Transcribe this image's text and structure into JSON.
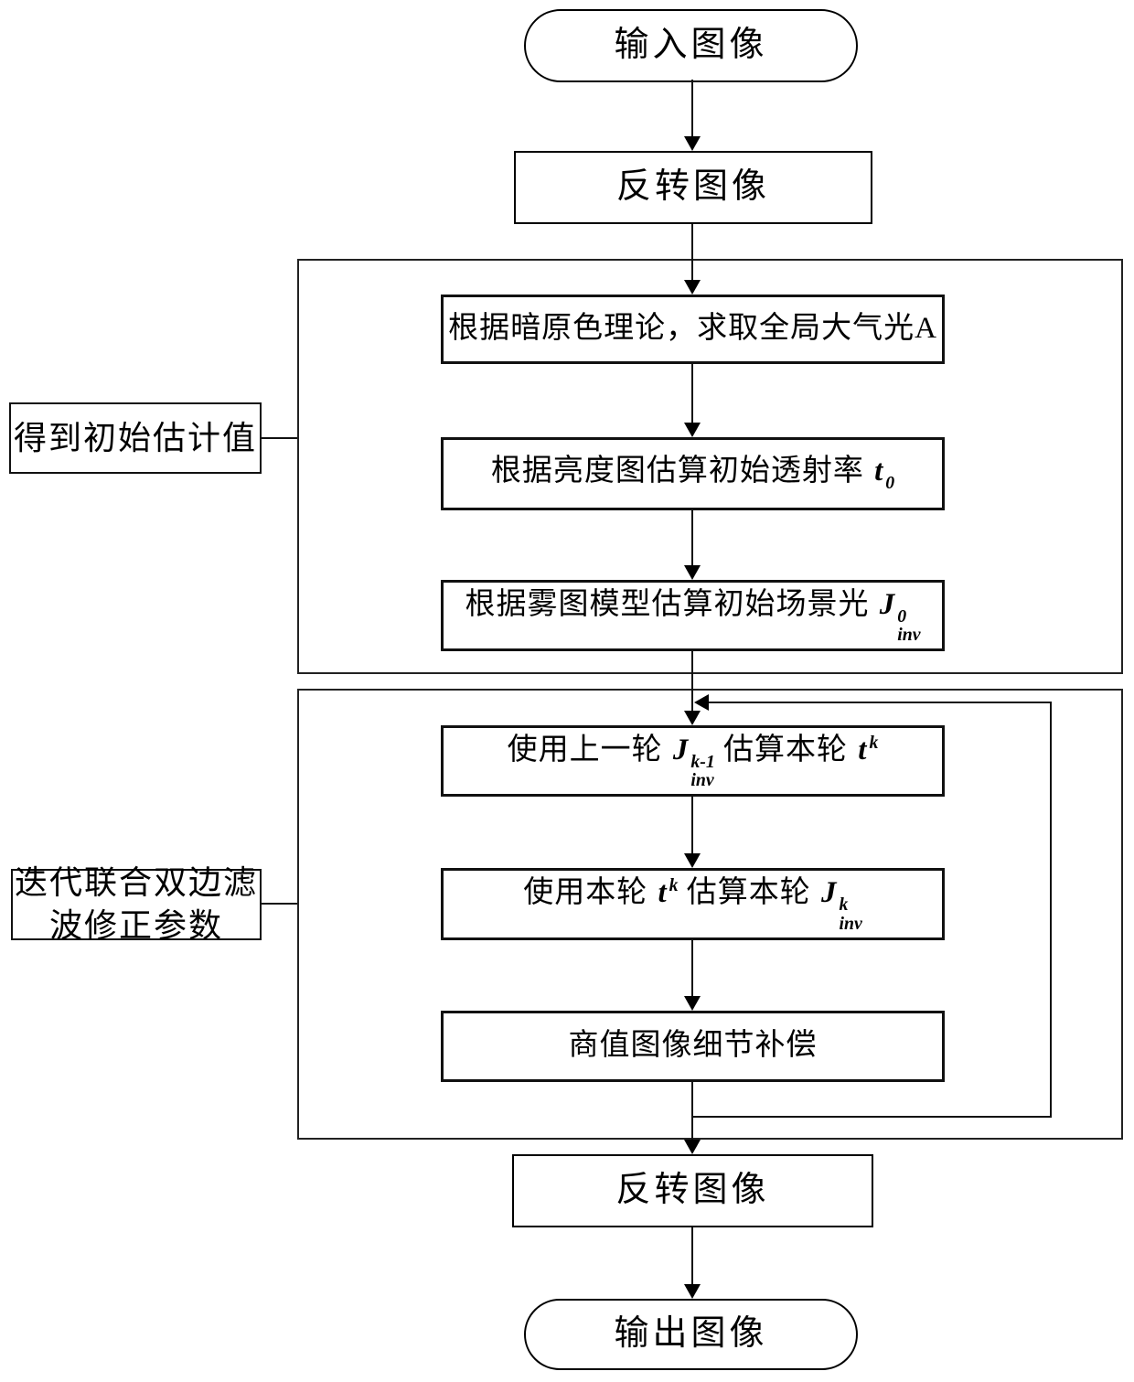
{
  "flowchart": {
    "colors": {
      "line": "#111111",
      "background": "#ffffff",
      "box_fill": "#ffffff",
      "text": "#000000"
    },
    "nodes": {
      "input_terminator": {
        "label": "输入图像"
      },
      "invert_top": {
        "label": "反转图像"
      },
      "step_atmospheric": {
        "text": "根据暗原色理论，求取全局大气光A"
      },
      "step_transmission": {
        "prefix": "根据亮度图估算初始透射率 ",
        "var": "t",
        "sub": "0"
      },
      "step_scene_light": {
        "prefix": "根据雾图模型估算初始场景光 ",
        "var": "J",
        "sup": "0",
        "sub": "inv"
      },
      "step_estimate_t": {
        "prefix": "使用上一轮 ",
        "var1": "J",
        "var1_sup": "k-1",
        "var1_sub": "inv",
        "mid": " 估算本轮 ",
        "var2": "t",
        "var2_sup": "k"
      },
      "step_estimate_j": {
        "prefix": "使用本轮 ",
        "var1": "t",
        "var1_sup": "k",
        "mid": " 估算本轮 ",
        "var2": "J",
        "var2_sup": "k",
        "var2_sub": "inv"
      },
      "step_detail_compensation": {
        "label": "商值图像细节补偿"
      },
      "invert_bottom": {
        "label": "反转图像"
      },
      "output_terminator": {
        "label": "输出图像"
      }
    },
    "group_labels": {
      "initial_estimation": {
        "label": "得到初始估计值"
      },
      "iterative_filter": {
        "line1": "迭代联合双边滤",
        "line2": "波修正参数"
      }
    }
  }
}
